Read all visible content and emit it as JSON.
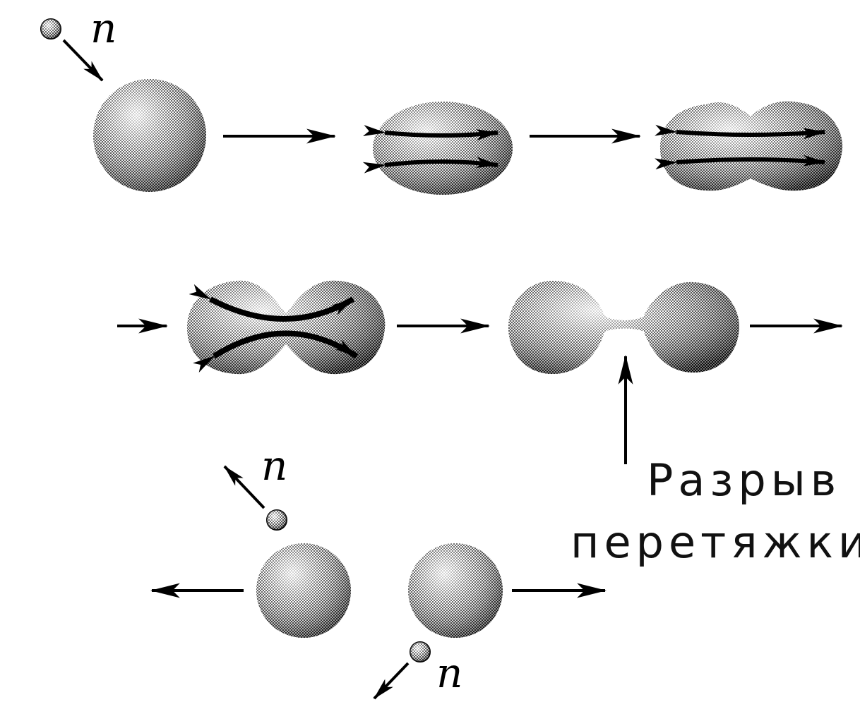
{
  "labels": {
    "neutron": "n",
    "caption_line1": "Разрыв",
    "caption_line2": "перетяжки"
  },
  "colors": {
    "ink": "#000000",
    "nucleus_light": "#f2f2f2",
    "nucleus_mid": "#9a9a9a",
    "nucleus_dark": "#3c3c3c"
  }
}
